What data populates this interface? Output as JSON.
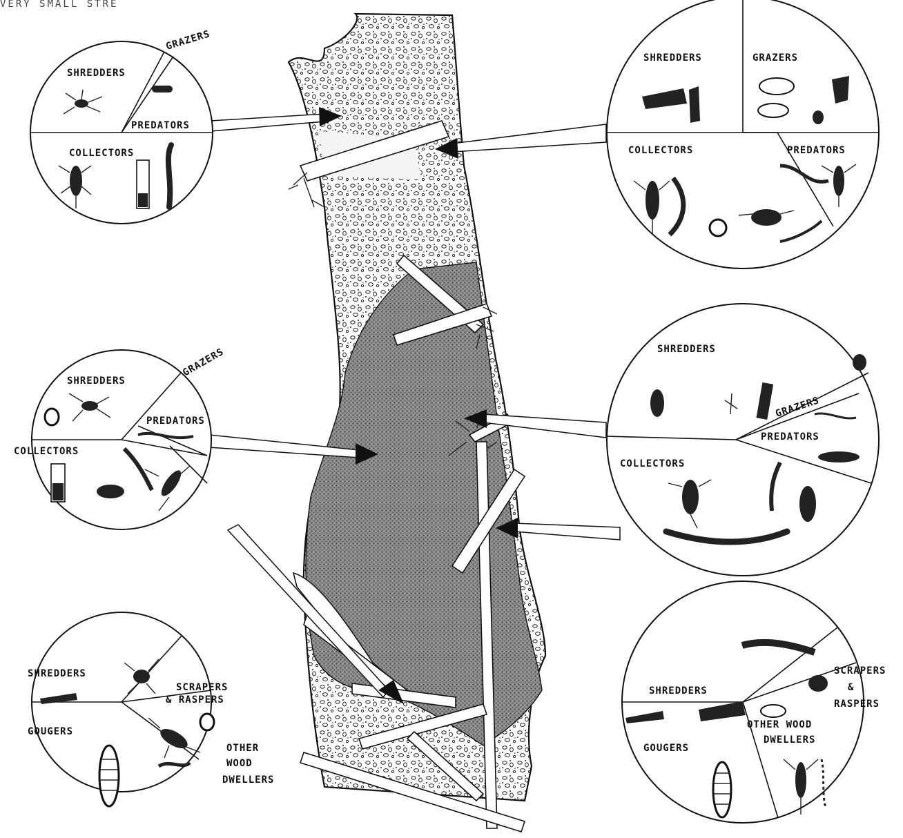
{
  "caption": "VERY SMALL STRE",
  "panels": {
    "top_left": {
      "shredders": "SHREDDERS",
      "grazers": "GRAZERS",
      "predators": "PREDATORS",
      "collectors": "COLLECTORS"
    },
    "top_right": {
      "shredders": "SHREDDERS",
      "grazers": "GRAZERS",
      "collectors": "COLLECTORS",
      "predators": "PREDATORS"
    },
    "mid_left": {
      "shredders": "SHREDDERS",
      "grazers": "GRAZERS",
      "predators": "PREDATORS",
      "collectors": "COLLECTORS"
    },
    "mid_right": {
      "shredders": "SHREDDERS",
      "grazers": "GRAZERS",
      "predators": "PREDATORS",
      "collectors": "COLLECTORS"
    },
    "bottom_left": {
      "shredders": "SHREDDERS",
      "scrapers_raspers_1": "SCRAPERS",
      "scrapers_raspers_2": "& RASPERS",
      "gougers": "GOUGERS",
      "other_1": "OTHER",
      "other_2": "WOOD",
      "other_3": "DWELLERS"
    },
    "bottom_right": {
      "shredders": "SHREDDERS",
      "scrapers_1": "SCRAPERS",
      "scrapers_2": "&",
      "scrapers_3": "RASPERS",
      "other_1": "OTHER WOOD",
      "other_2": "DWELLERS",
      "gougers": "GOUGERS"
    }
  }
}
